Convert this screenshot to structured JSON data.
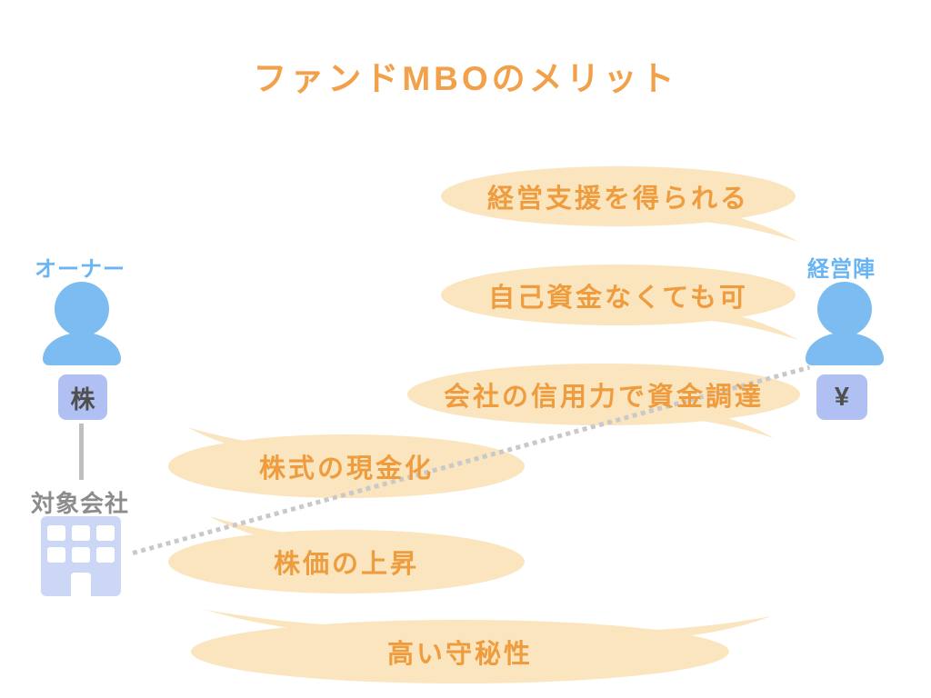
{
  "title": "ファンドMBOのメリット",
  "owner": {
    "role_label": "オーナー",
    "asset_badge": "株",
    "company_label": "対象会社"
  },
  "management": {
    "role_label": "経営陣",
    "asset_badge": "¥"
  },
  "benefits": [
    {
      "label": "経営支援を得られる",
      "beneficiary": "management"
    },
    {
      "label": "自己資金なくても可",
      "beneficiary": "management"
    },
    {
      "label": "会社の信用力で資金調達",
      "beneficiary": "management"
    },
    {
      "label": "株式の現金化",
      "beneficiary": "owner"
    },
    {
      "label": "株価の上昇",
      "beneficiary": "owner"
    },
    {
      "label": "高い守秘性",
      "beneficiary": "both"
    }
  ],
  "icons": [
    {
      "name": "person-icon",
      "shape": "css-silhouette"
    },
    {
      "name": "building-icon",
      "shape": "css-building"
    },
    {
      "name": "dotted-line",
      "shape": "gray-square-dots"
    }
  ],
  "colors": {
    "title_orange": "#F2A14A",
    "bubble_fill": "#FAE5BF",
    "bubble_text_orange": "#EE9C3E",
    "person_blue": "#7CBCF0",
    "role_label_blue": "#69B4F3",
    "badge_lavender": "#B1C0F3",
    "badge_text_gray": "#4F4F4F",
    "building_periwinkle": "#CBD7F5",
    "company_label_gray": "#8C8C8C",
    "connector_gray": "#BFBFBF",
    "dotted_gray": "#C9C9C9",
    "background": "#FFFFFF"
  }
}
